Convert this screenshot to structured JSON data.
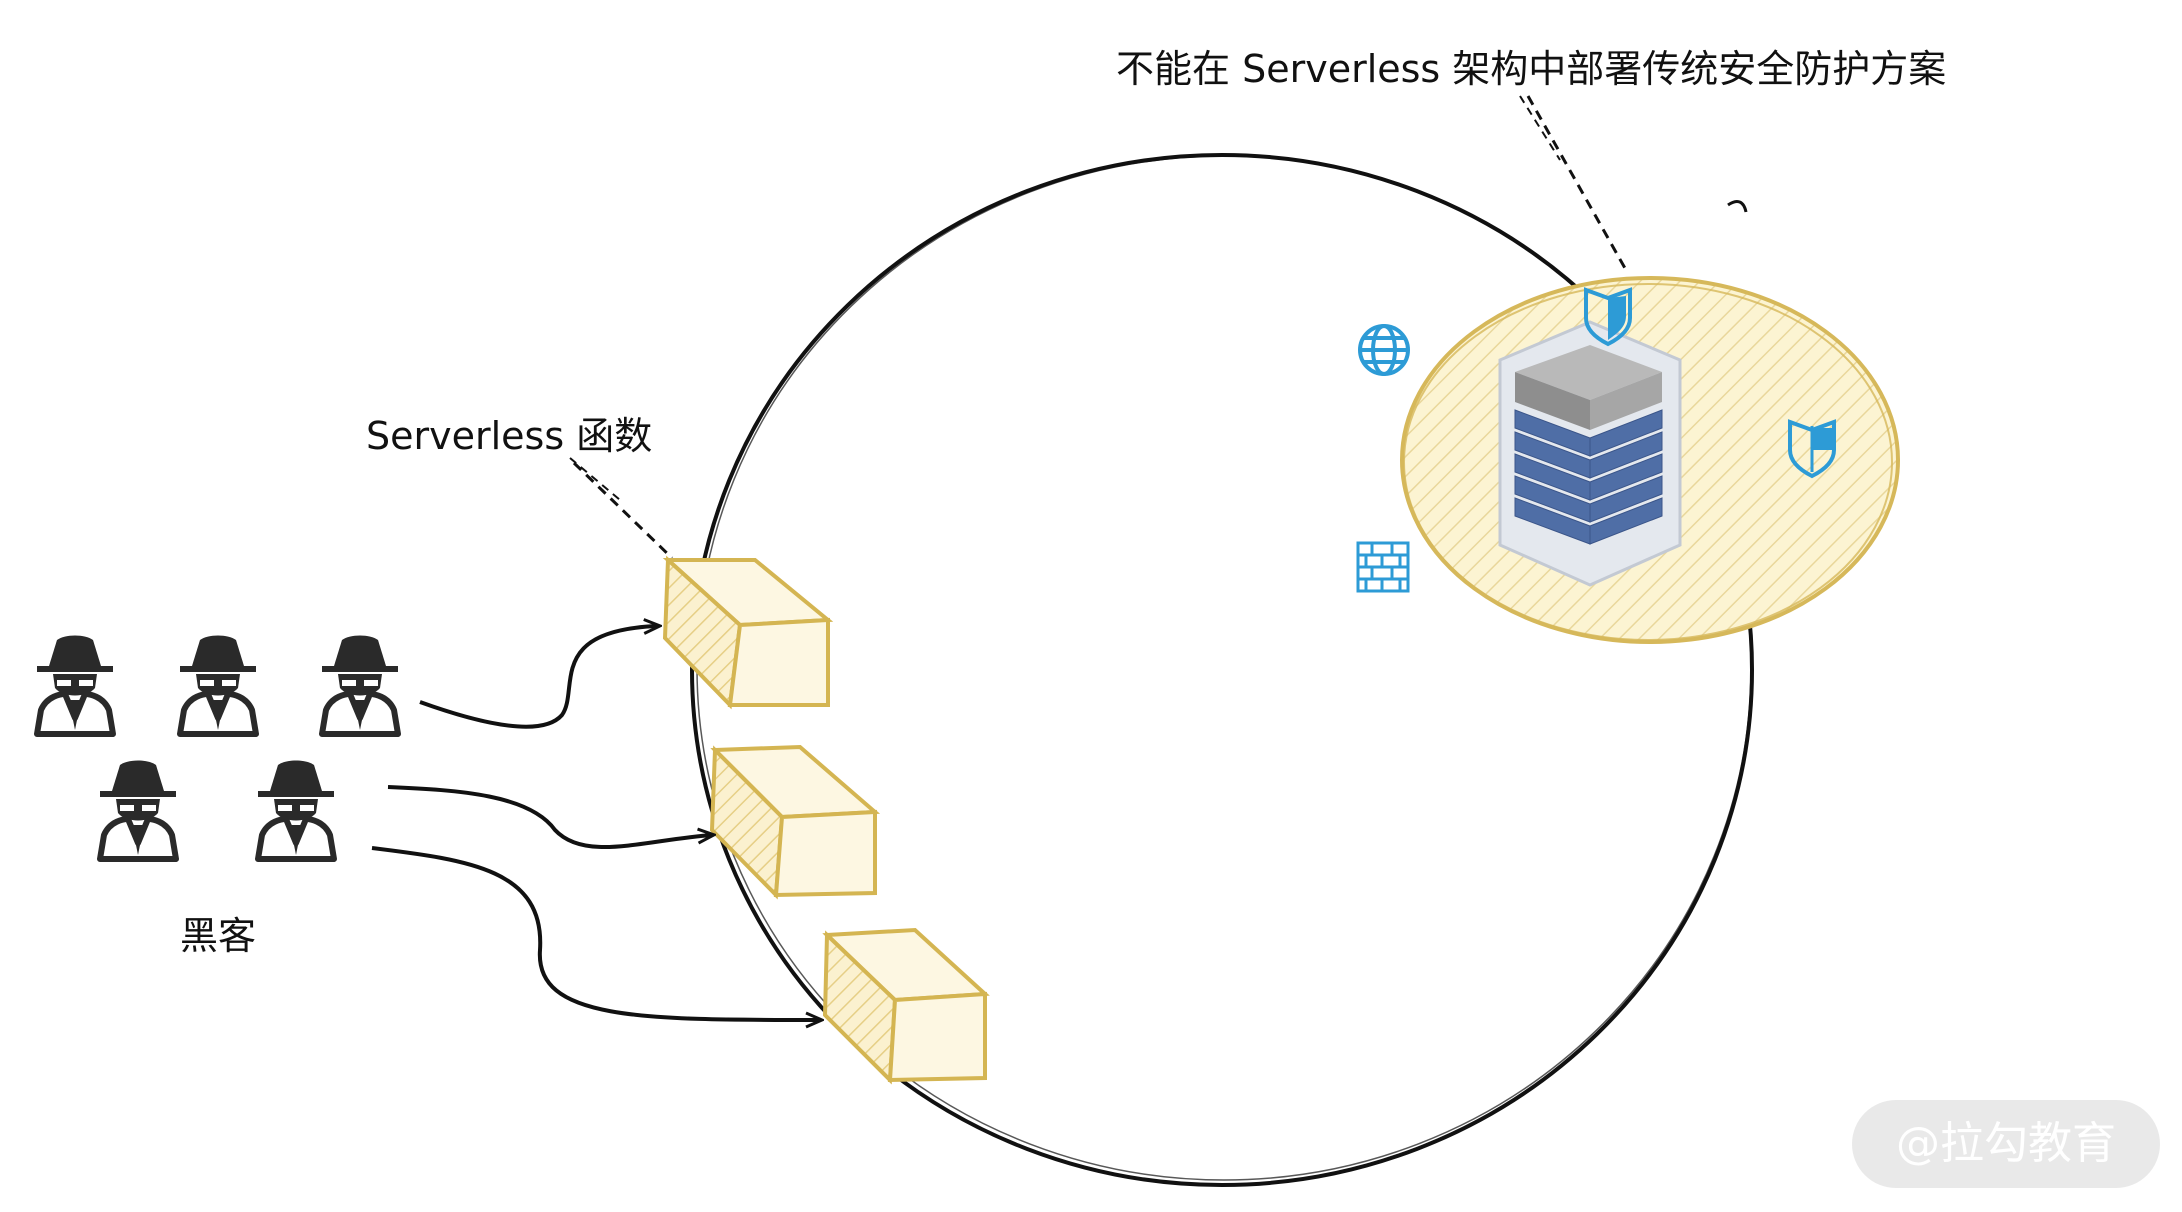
{
  "labels": {
    "architecture_note": "不能在 Serverless 架构中部署传统安全防护方案",
    "function_label": "Serverless 函数",
    "hacker_label": "黑客"
  },
  "watermark": "@拉勾教育",
  "colors": {
    "outline": "#111111",
    "function_box_stroke": "#d4b552",
    "function_box_fill": "#fbf1cf",
    "security_zone_stroke": "#d6b85a",
    "security_zone_fill": "#fcf4d2",
    "icon_blue": "#2d9bd6",
    "server_blue": "#4f6ea6",
    "server_gray": "#9a9a9a"
  },
  "icons": [
    "hacker-icon",
    "globe-icon",
    "shield-icon",
    "firewall-icon",
    "server-rack-icon"
  ]
}
